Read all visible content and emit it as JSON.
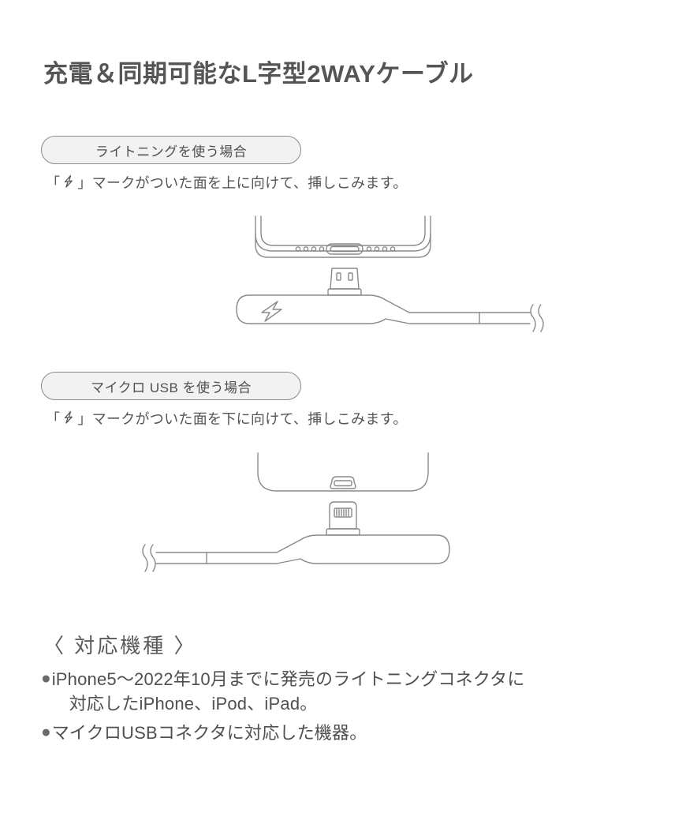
{
  "page": {
    "title": "充電＆同期可能なL字型2WAYケーブル"
  },
  "sections": [
    {
      "pill_label": "ライトニングを使う場合",
      "description_before": "「",
      "description_after": "」マークがついた面を上に向けて、挿しこみます。",
      "bolt_icon": "lightning-bolt-icon",
      "figure": {
        "name": "micro-usb-insert-diagram",
        "phone_port": "lightning-port",
        "speaker_dots_per_side": 4,
        "connector_mark": "lightning-bolt-icon",
        "cable_direction": "right",
        "cable_break_symbol": "squiggle"
      }
    },
    {
      "pill_label": "マイクロ USB を使う場合",
      "description_before": "「",
      "description_after": "」マークがついた面を下に向けて、挿しこみます。",
      "bolt_icon": "lightning-bolt-icon",
      "figure": {
        "name": "lightning-insert-diagram",
        "phone_port": "micro-usb-port",
        "connector_plug": "lightning-plug",
        "cable_direction": "left",
        "cable_break_symbol": "squiggle"
      }
    }
  ],
  "compatibility": {
    "heading": "〈 対応機種 〉",
    "items": [
      {
        "bullet": "●",
        "line1": "iPhone5〜2022年10月までに発売のライトニングコネクタに",
        "line2": "対応したiPhone、iPod、iPad。"
      },
      {
        "bullet": "●",
        "line1": "マイクロUSBコネクタに対応した機器。",
        "line2": ""
      }
    ]
  },
  "colors": {
    "text": "#555555",
    "line": "#8a8a8a",
    "pill_fill": "#f2f2f2",
    "background": "#ffffff"
  }
}
